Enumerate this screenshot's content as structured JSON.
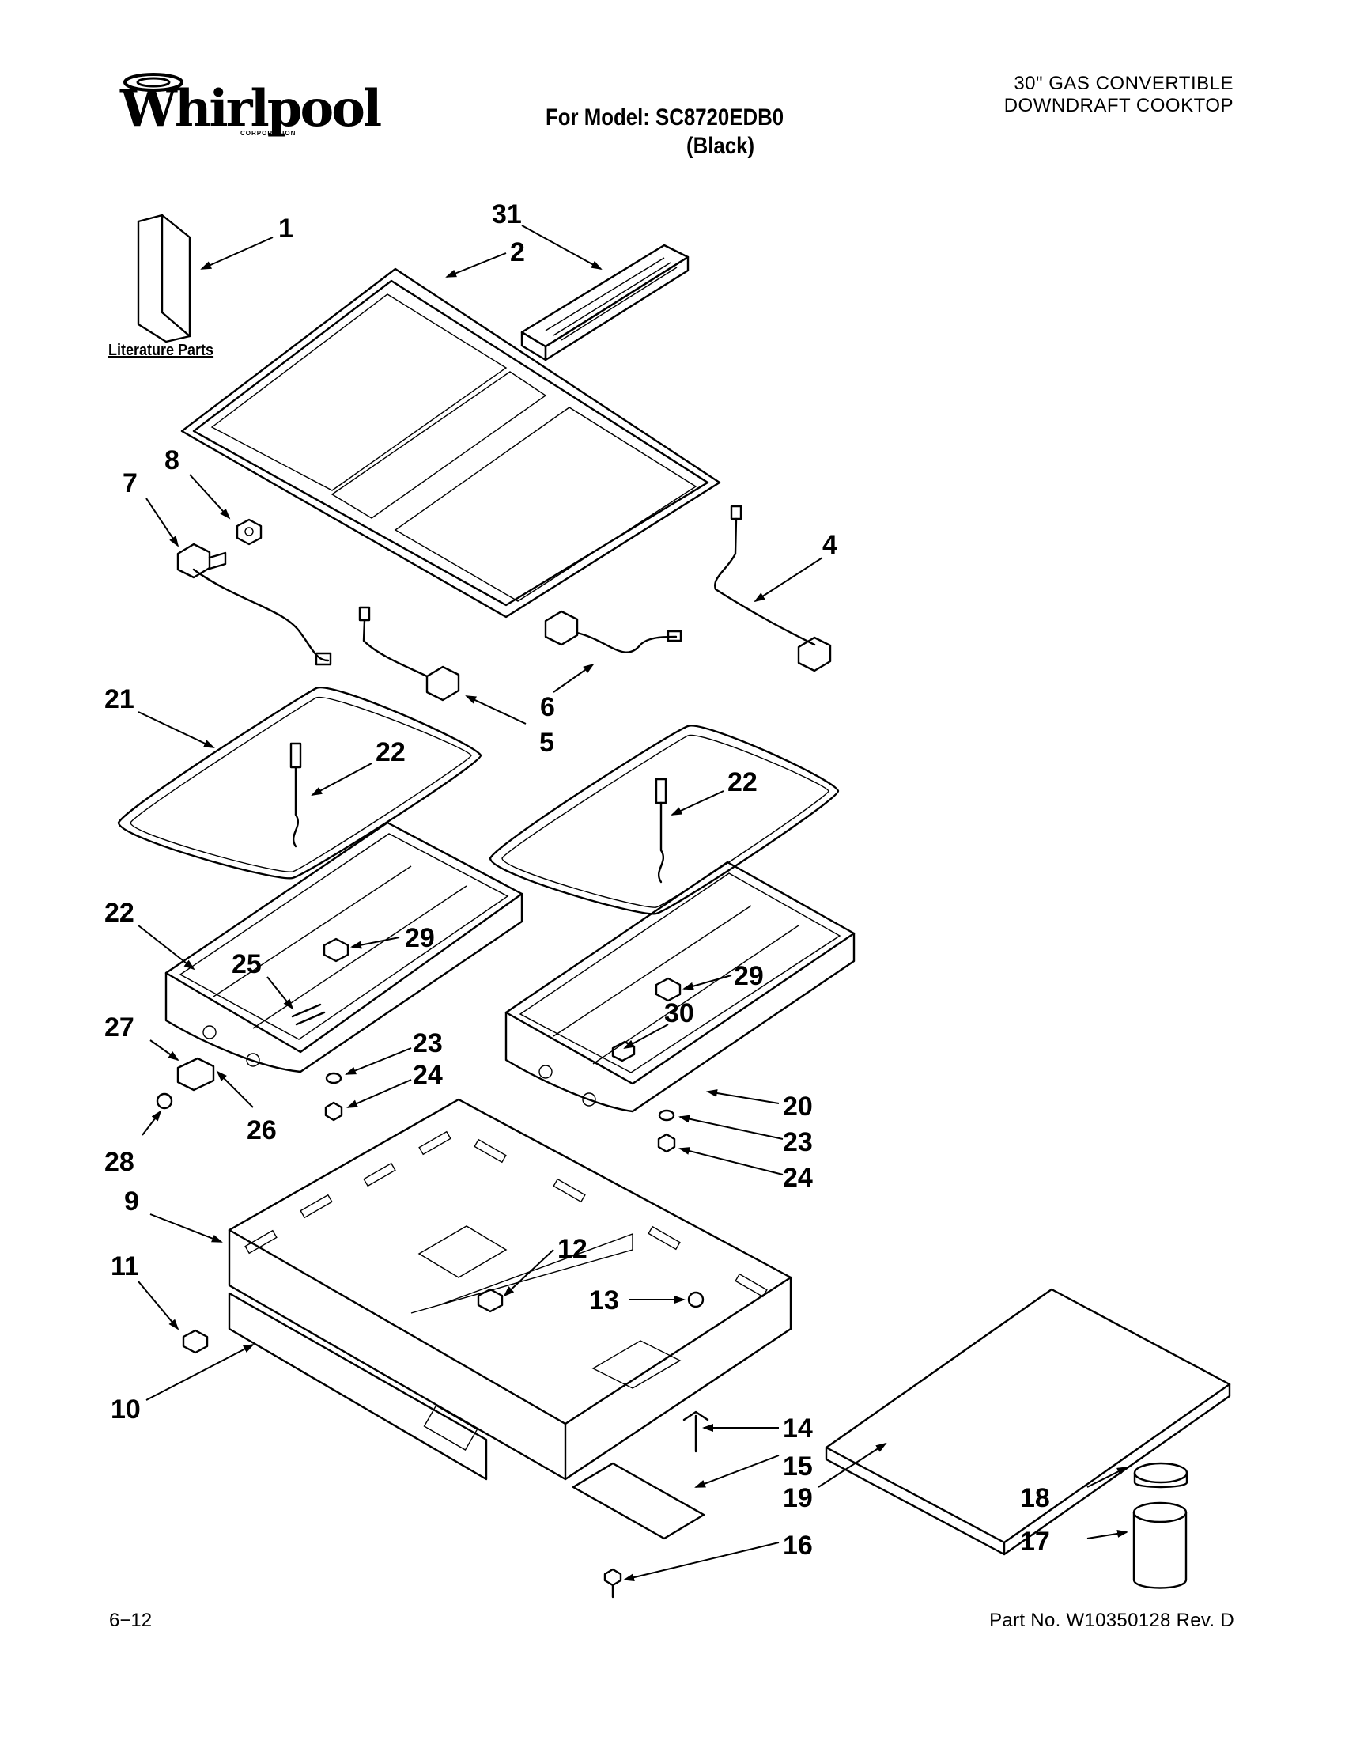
{
  "brand": {
    "wordmark": "Whirlpool",
    "subline": "CORPORATION"
  },
  "header": {
    "model_line": "For Model: SC8720EDB0",
    "model_variant": "(Black)",
    "product_line1": "30\" GAS CONVERTIBLE",
    "product_line2": "DOWNDRAFT COOKTOP"
  },
  "literature_label": "Literature Parts",
  "callouts": [
    "1",
    "31",
    "2",
    "8",
    "7",
    "4",
    "21",
    "22",
    "6",
    "5",
    "22",
    "22",
    "29",
    "25",
    "27",
    "23",
    "24",
    "26",
    "28",
    "29",
    "30",
    "20",
    "23",
    "24",
    "9",
    "12",
    "11",
    "13",
    "10",
    "14",
    "15",
    "19",
    "18",
    "17",
    "16"
  ],
  "footer": {
    "page": "6−12",
    "part_number": "Part No. W10350128 Rev. D"
  }
}
